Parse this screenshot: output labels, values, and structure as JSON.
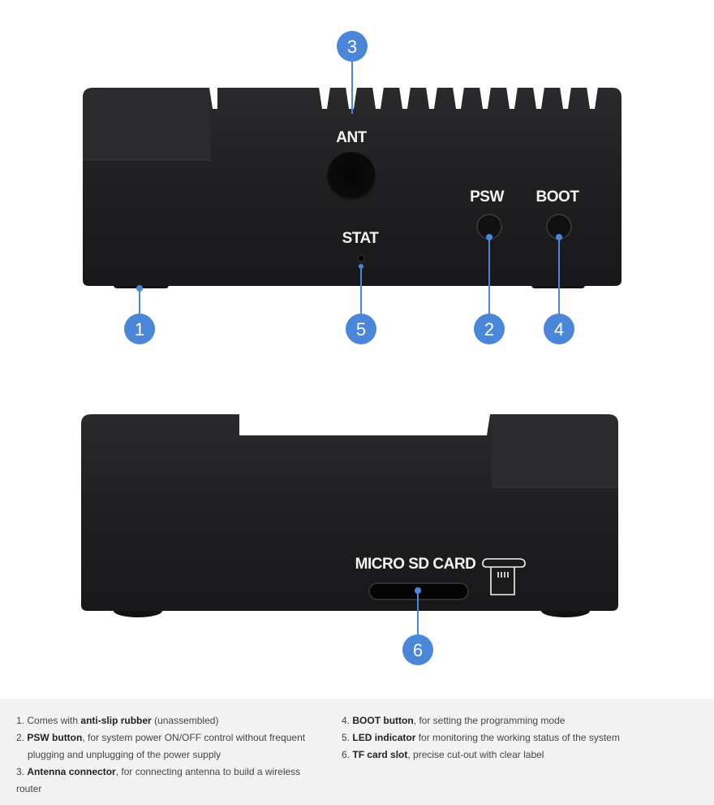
{
  "front_view": {
    "port_labels": {
      "antenna": "ANT",
      "status_led": "STAT",
      "power_switch": "PSW",
      "boot": "BOOT"
    },
    "callouts": [
      "1",
      "2",
      "3",
      "4",
      "5"
    ]
  },
  "back_view": {
    "slot_label": "MICRO SD CARD",
    "callout": "6"
  },
  "colors": {
    "callout_blue": "#4a87d8",
    "case": "#1d1d1f",
    "panel": "#f3f3f3"
  },
  "legend": [
    {
      "number": "1.",
      "bold": "anti-slip rubber",
      "before": "Comes with ",
      "after": " (unassembled)"
    },
    {
      "number": "2.",
      "bold": "PSW button",
      "before": "",
      "after": ", for system power ON/OFF control without frequent",
      "continuation": "plugging and unplugging of the power supply"
    },
    {
      "number": "3.",
      "bold": "Antenna connector",
      "before": "",
      "after": ", for connecting antenna to build a wireless router"
    },
    {
      "number": "4.",
      "bold": "BOOT button",
      "before": "",
      "after": ", for setting the programming mode"
    },
    {
      "number": "5.",
      "bold": "LED indicator",
      "before": "",
      "after": " for monitoring the working status of the system"
    },
    {
      "number": "6.",
      "bold": "TF card slot",
      "before": "",
      "after": ", precise cut-out with clear label"
    }
  ]
}
